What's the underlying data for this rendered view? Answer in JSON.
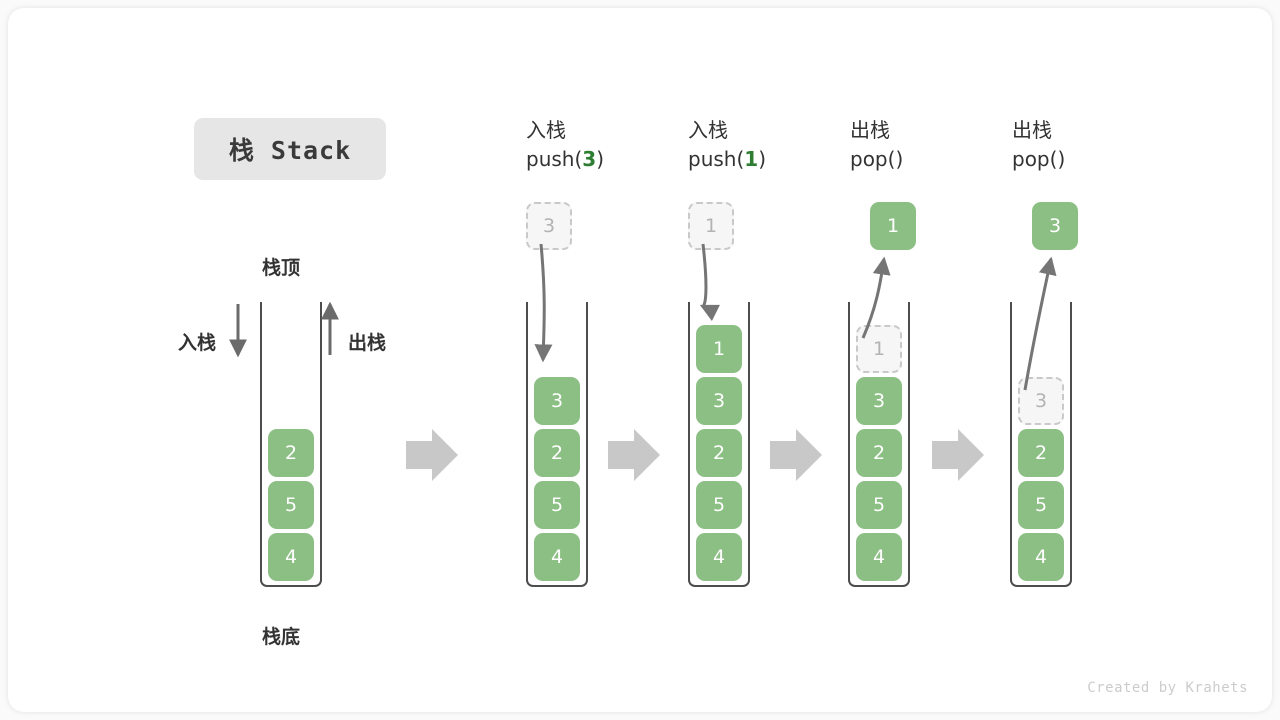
{
  "title": "栈 Stack",
  "labels": {
    "top": "栈顶",
    "bottom": "栈底",
    "push_side": "入栈",
    "pop_side": "出栈"
  },
  "credit": "Created by Krahets",
  "colors": {
    "cell_fill": "#8cbf84",
    "cell_text": "#ffffff",
    "ghost_fill": "#f6f6f6",
    "ghost_border": "#c9c9c9",
    "ghost_text": "#b3b3b3",
    "tube_border": "#4d4d4d",
    "accent_code": "#2e7d32",
    "step_arrow": "#c8c8c8",
    "curve_arrow": "#757575",
    "title_chip_bg": "#e6e6e6",
    "page_bg": "#ffffff"
  },
  "columns": [
    {
      "id": "initial",
      "heading_cn": "",
      "heading_code": "",
      "stack": [
        "4",
        "5",
        "2"
      ],
      "float_box": null
    },
    {
      "id": "push-3",
      "heading_cn": "入栈",
      "heading_code_prefix": "push(",
      "heading_code_arg": "3",
      "heading_code_suffix": ")",
      "stack": [
        "4",
        "5",
        "2",
        "3"
      ],
      "float_box": {
        "value": "3",
        "style": "ghost"
      },
      "arrow": "down"
    },
    {
      "id": "push-1",
      "heading_cn": "入栈",
      "heading_code_prefix": "push(",
      "heading_code_arg": "1",
      "heading_code_suffix": ")",
      "stack": [
        "4",
        "5",
        "2",
        "3",
        "1"
      ],
      "float_box": {
        "value": "1",
        "style": "ghost"
      },
      "arrow": "down"
    },
    {
      "id": "pop-1",
      "heading_cn": "出栈",
      "heading_code_prefix": "pop(",
      "heading_code_arg": "",
      "heading_code_suffix": ")",
      "stack": [
        "4",
        "5",
        "2",
        "3"
      ],
      "ghost_top": "1",
      "float_box": {
        "value": "1",
        "style": "filled"
      },
      "arrow": "up"
    },
    {
      "id": "pop-2",
      "heading_cn": "出栈",
      "heading_code_prefix": "pop(",
      "heading_code_arg": "",
      "heading_code_suffix": ")",
      "stack": [
        "4",
        "5",
        "2"
      ],
      "ghost_top": "3",
      "float_box": {
        "value": "3",
        "style": "filled"
      },
      "arrow": "up"
    }
  ],
  "step_arrows": 4
}
